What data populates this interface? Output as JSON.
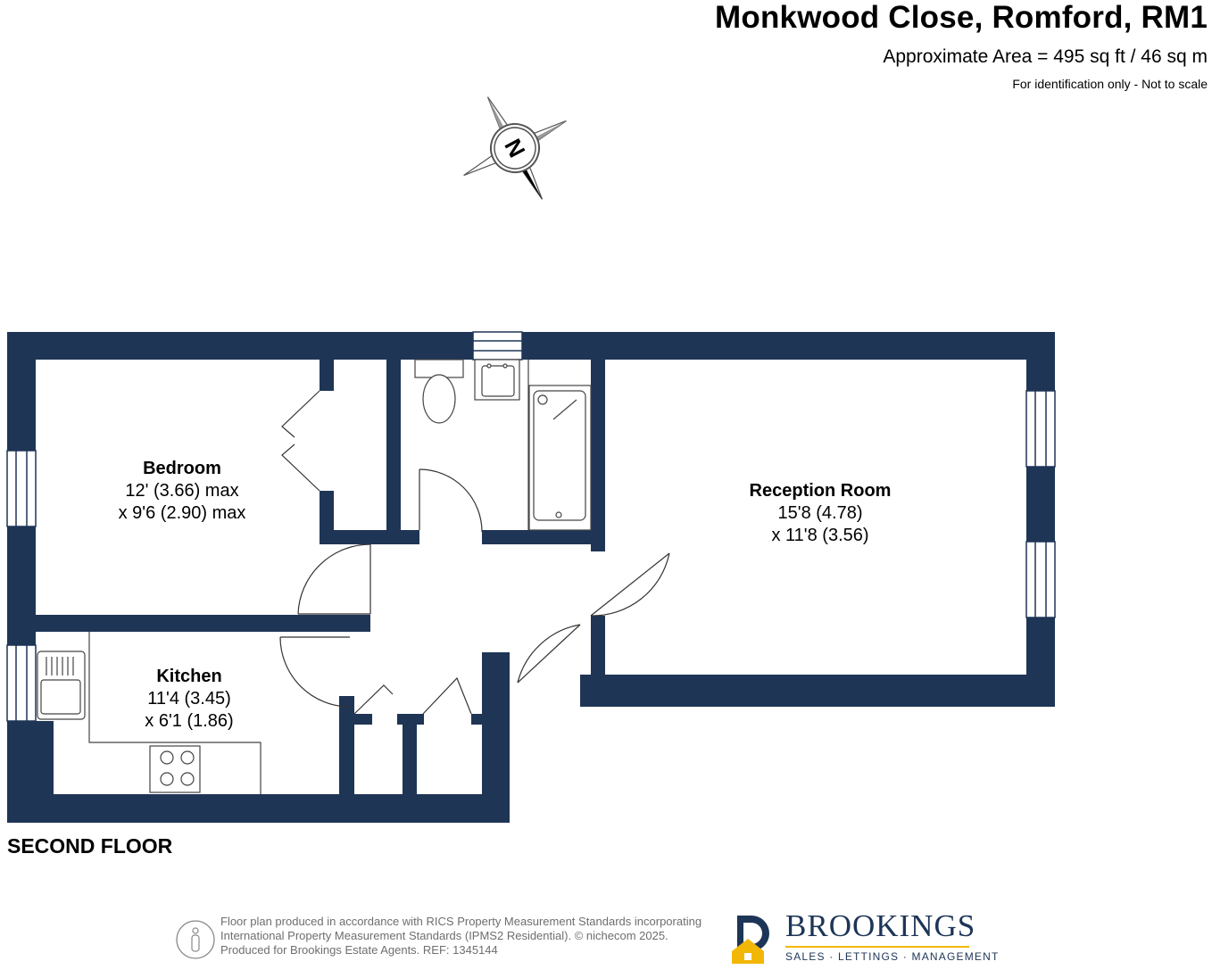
{
  "header": {
    "title": "Monkwood Close, Romford, RM1",
    "area": "Approximate Area = 495 sq ft / 46 sq m",
    "note": "For identification only - Not to scale"
  },
  "compass": {
    "label": "N",
    "icon": "compass-icon"
  },
  "rooms": [
    {
      "name": "Bedroom",
      "dim1": "12' (3.66) max",
      "dim2": "x 9'6 (2.90) max"
    },
    {
      "name": "Kitchen",
      "dim1": "11'4 (3.45)",
      "dim2": "x 6'1 (1.86)"
    },
    {
      "name": "Reception Room",
      "dim1": "15'8 (4.78)",
      "dim2": "x 11'8 (3.56)"
    }
  ],
  "floor_label": "SECOND FLOOR",
  "footer": {
    "line1": "Floor plan produced in accordance with RICS Property Measurement Standards incorporating",
    "line2": "International Property Measurement Standards (IPMS2 Residential).   © nichecom 2025.",
    "line3": "Produced for Brookings Estate Agents.   REF: 1345144"
  },
  "brand": {
    "name": "BROOKINGS",
    "tagline": "SALES · LETTINGS · MANAGEMENT",
    "primary_color": "#1d3557",
    "accent_color": "#f2b705"
  },
  "colors": {
    "wall": "#1f3556",
    "fixture_line": "#444444"
  }
}
